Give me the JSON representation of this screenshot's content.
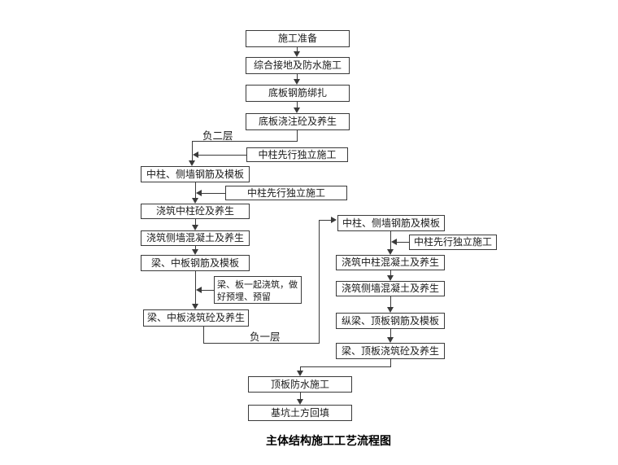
{
  "title": "主体结构施工工艺流程图",
  "labels": {
    "neg2": "负二层",
    "neg1": "负一层"
  },
  "nodes": {
    "n1": "施工准备",
    "n2": "综合接地及防水施工",
    "n3": "底板钢筋绑扎",
    "n4": "底板浇注砼及养生",
    "a1": "中柱先行独立施工",
    "n5": "中柱、侧墙钢筋及模板",
    "a2": "中柱先行独立施工",
    "n6": "浇筑中柱砼及养生",
    "n7": "浇筑侧墙混凝土及养生",
    "n8": "梁、中板钢筋及模板",
    "a3": "梁、板一起浇筑，做好预埋、预留",
    "n9": "梁、中板浇筑砼及养生",
    "r1": "中柱、侧墙钢筋及模板",
    "a4": "中柱先行独立施工",
    "r2": "浇筑中柱混凝土及养生",
    "r3": "浇筑侧墙混凝土及养生",
    "r4": "纵梁、顶板钢筋及模板",
    "r5": "梁、顶板浇筑砼及养生",
    "n10": "顶板防水施工",
    "n11": "基坑土方回填"
  }
}
